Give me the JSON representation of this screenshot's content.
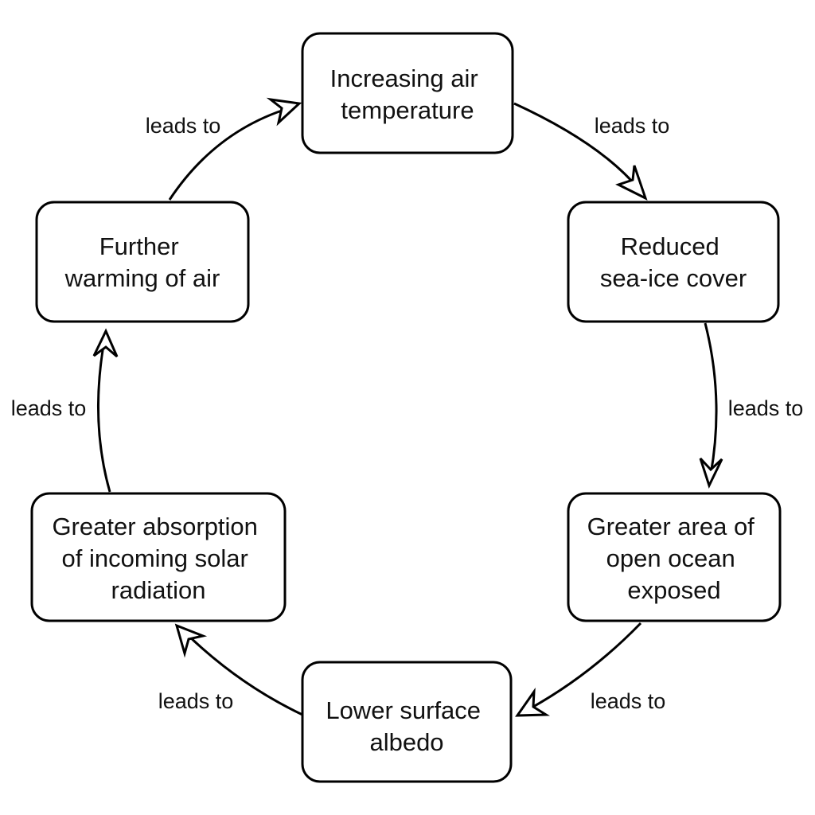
{
  "nodes": [
    {
      "lines": [
        "Increasing air",
        "temperature"
      ]
    },
    {
      "lines": [
        "Reduced",
        "sea-ice cover"
      ]
    },
    {
      "lines": [
        "Greater area of",
        "open ocean",
        "exposed"
      ]
    },
    {
      "lines": [
        "Lower surface",
        "albedo"
      ]
    },
    {
      "lines": [
        "Greater absorption",
        "of incoming solar",
        "radiation"
      ]
    },
    {
      "lines": [
        "Further",
        "warming of air"
      ]
    }
  ],
  "edges": [
    {
      "label": "leads to"
    },
    {
      "label": "leads to"
    },
    {
      "label": "leads to"
    },
    {
      "label": "leads to"
    },
    {
      "label": "leads to"
    },
    {
      "label": "leads to"
    }
  ]
}
